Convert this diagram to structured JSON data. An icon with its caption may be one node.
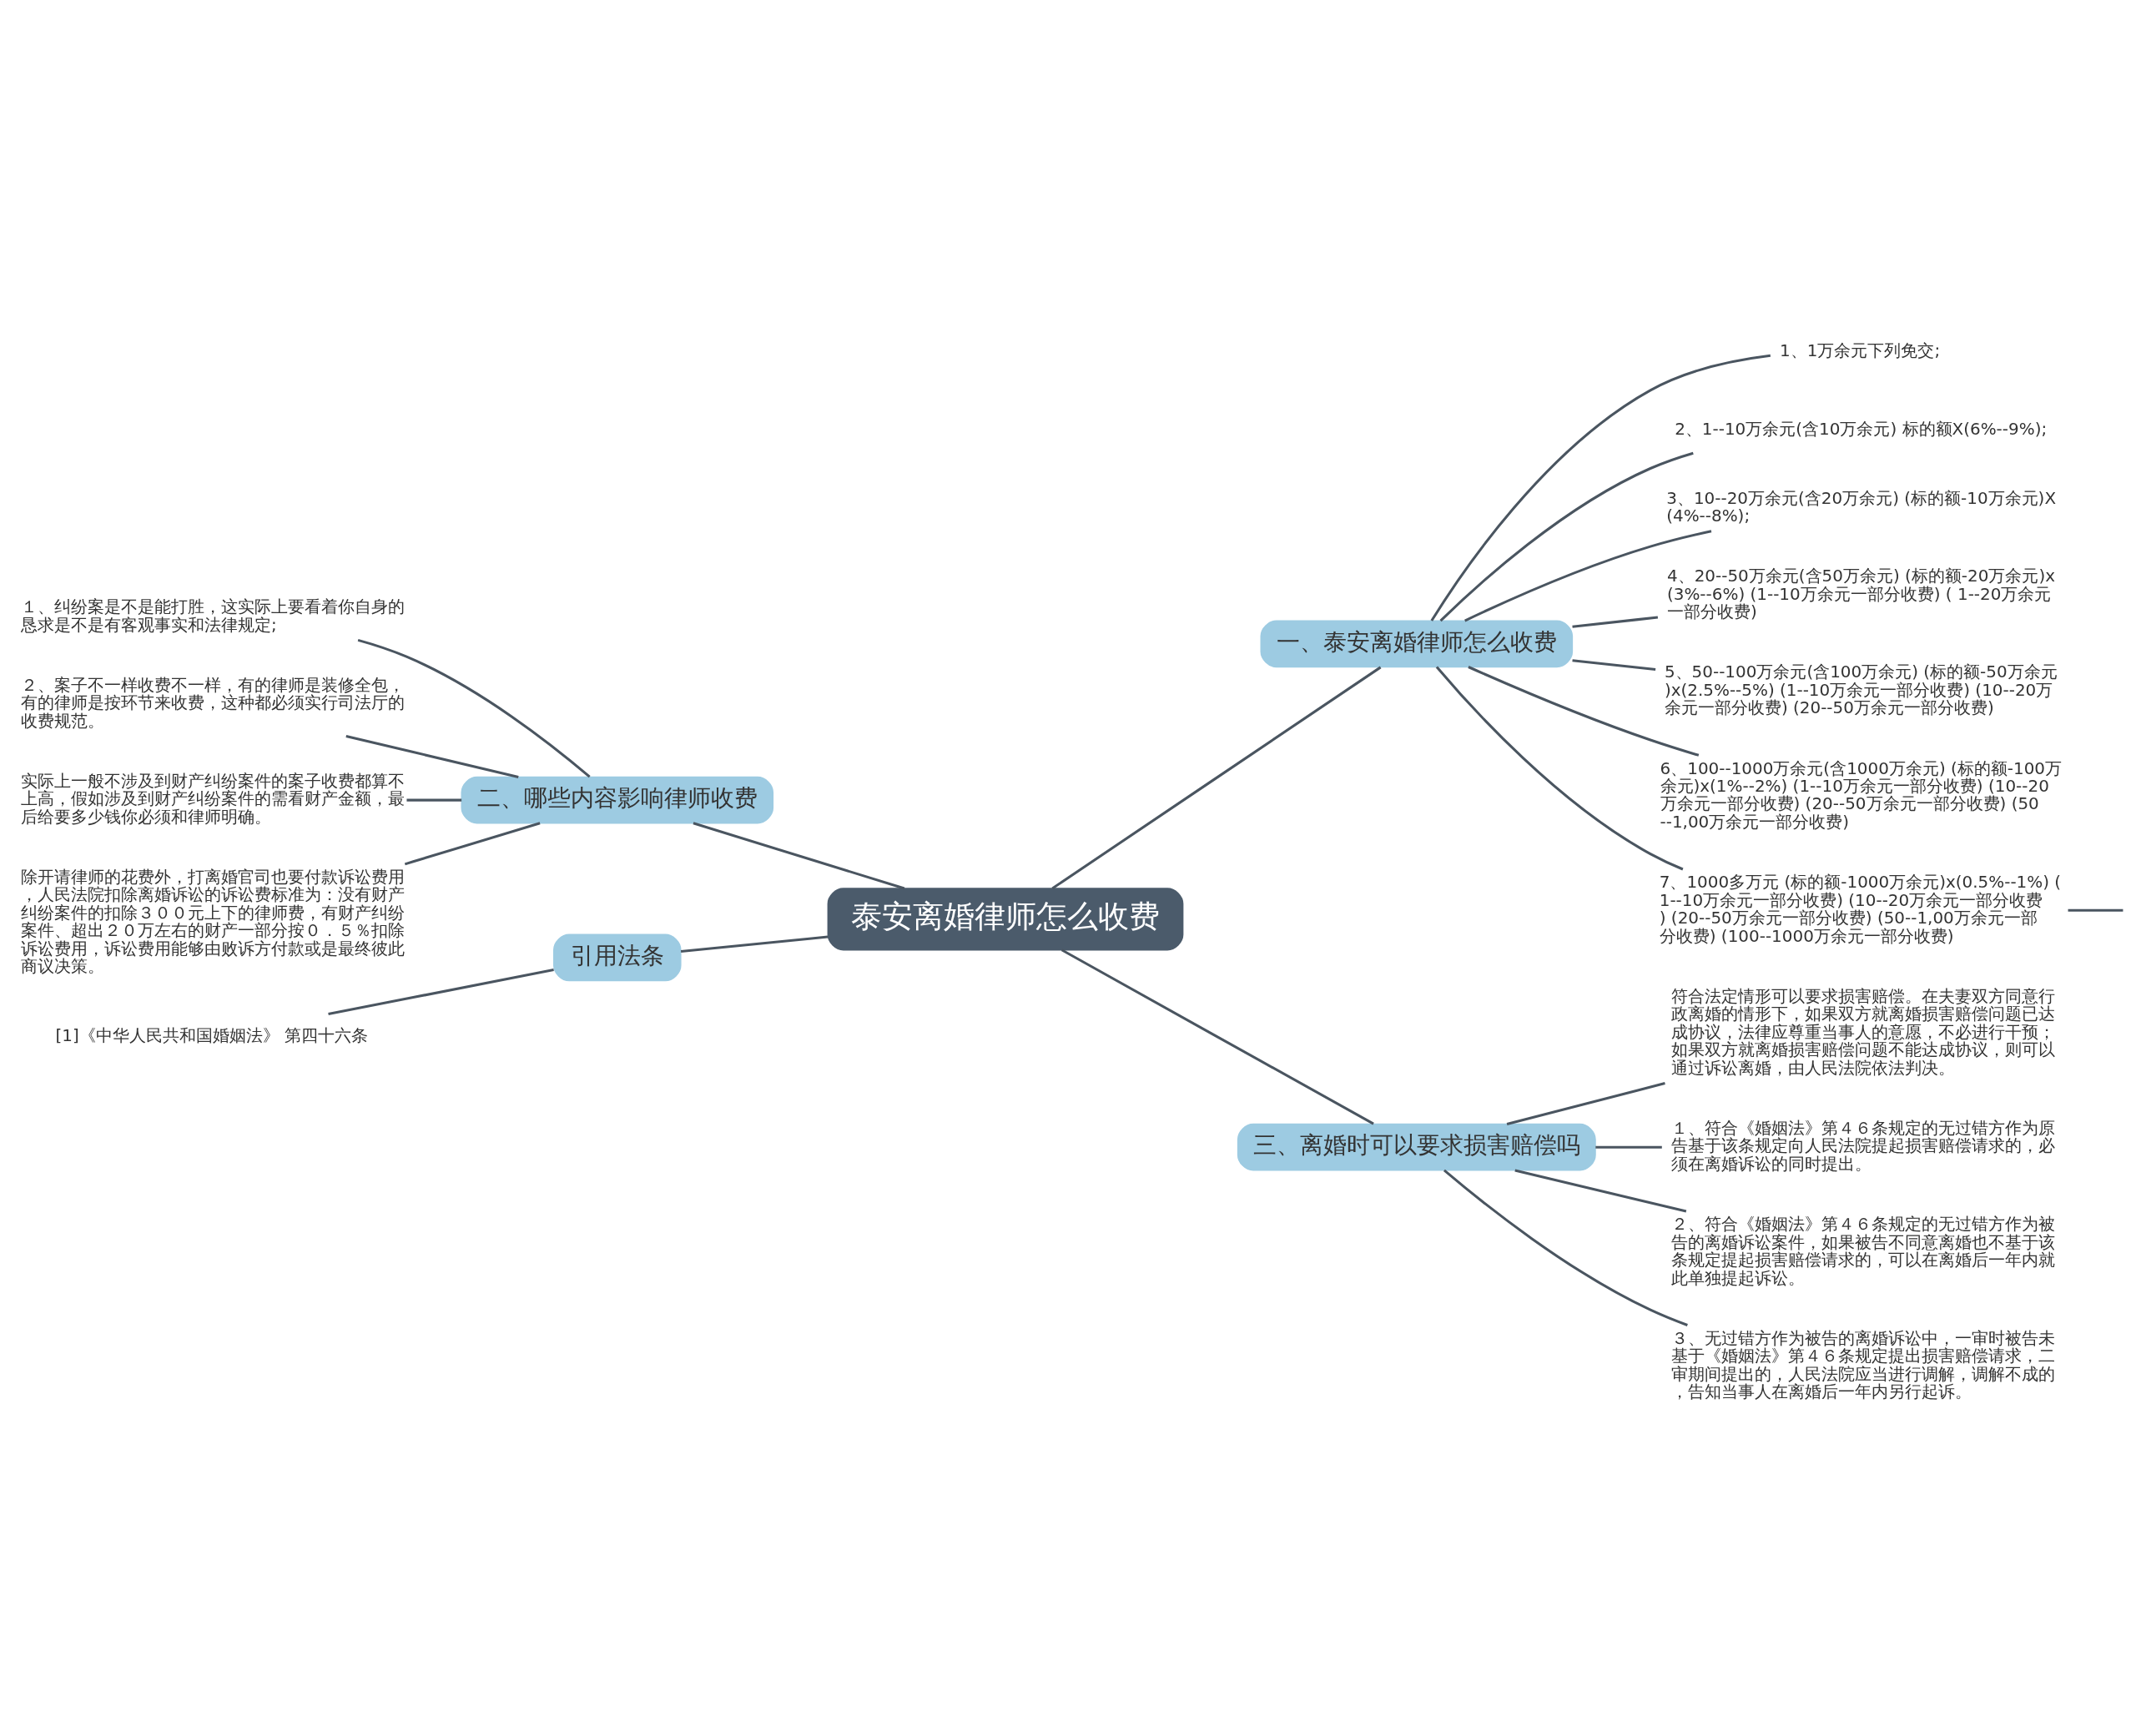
{
  "diagram": {
    "nodes": [
      {
        "text": [
          "泰安离婚律师怎么收费"
        ]
      },
      {
        "text": [
          "一、泰安离婚律师怎么收费"
        ]
      },
      {
        "text": [
          "1、1万余元下列免交;"
        ]
      },
      {
        "text": [
          "2、1--10万余元(含10万余元) 标的额X(6%--9%);"
        ]
      },
      {
        "text": [
          "3、10--20万余元(含20万余元) (标的额-10万余元)X(4%--8%);"
        ]
      },
      {
        "text": [
          "4、20--50万余元(含50万余元) (标的额-20万余元)x(3%--6%) (1--10万余元一部分收费) ( 1--20万余元一部分收费)"
        ]
      },
      {
        "text": [
          "5、50--100万余元(含100万余元) (标的额-50万余元)x(2.5%--5%) (1--10万余元一部分收费) (10--20万余元一部分收费) (20--50万余元一部分收费)"
        ]
      },
      {
        "text": [
          "6、100--1000万余元(含1000万余元) (标的额-100万余元)x(1%--2%) (1--10万余元一部分收费) (10--20万余元一部分收费) (20--50万余元一部分收费) (50--1,00万余元一部分收费)"
        ]
      },
      {
        "text": [
          "7、1000多万元 (标的额-1000万余元)x(0.5%--1%) (1--10万余元一部分收费) (10--20万余元一部分收费) (20--50万余元一部分收费) (50--1,00万余元一部分收费) (100--1000万余元一部分收费)"
        ]
      },
      {
        "text": [
          "二、哪些内容影响律师收费"
        ]
      },
      {
        "text": [
          "１、纠纷案是不是能打胜，这实际上要看着你自身的恳求是不是有客观事实和法律规定;"
        ]
      },
      {
        "text": [
          "２、案子不一样收费不一样，有的律师是装修全包，有的律师是按环节来收费，这种都必须实行司法厅的收费规范。"
        ]
      },
      {
        "text": [
          "实际上一般不涉及到财产纠纷案件的案子收费都算不上高，假如涉及到财产纠纷案件的需看财产金额，最后给要多少钱你必须和律师明确。"
        ]
      },
      {
        "text": [
          "除开请律师的花费外，打离婚官司也要付款诉讼费用，人民法院扣除离婚诉讼的诉讼费标准为：没有财产纠纷案件的扣除３００元上下的律师费，有财产纠纷案件、超出２０万左右的财产一部分按０．５％扣除诉讼费用，诉讼费用能够由败诉方付款或是最终彼此商议决策。"
        ]
      },
      {
        "text": [
          "引用法条"
        ]
      },
      {
        "text": [
          "[1]《中华人民共和国婚姻法》 第四十六条"
        ]
      },
      {
        "text": [
          "三、离婚时可以要求损害赔偿吗"
        ]
      },
      {
        "text": [
          "符合法定情形可以要求损害赔偿。在夫妻双方同意行政离婚的情形下，如果双方就离婚损害赔偿问题已达成协议，法律应尊重当事人的意愿，不必进行干预；如果双方就离婚损害赔偿问题不能达成协议，则可以通过诉讼离婚，由人民法院依法判决。"
        ]
      },
      {
        "text": [
          "１、符合《婚姻法》第４６条规定的无过错方作为原告基于该条规定向人民法院提起损害赔偿请求的，必须在离婚诉讼的同时提出。"
        ]
      },
      {
        "text": [
          "２、符合《婚姻法》第４６条规定的无过错方作为被告的离婚诉讼案件，如果被告不同意离婚也不基于该条规定提起损害赔偿请求的，可以在离婚后一年内就此单独提起诉讼。"
        ]
      },
      {
        "text": [
          "３、无过错方作为被告的离婚诉讼中，一审时被告未基于《婚姻法》第４６条规定提出损害赔偿请求，二审期间提出的，人民法院应当进行调解，调解不成的，告知当事人在离婚后一年内另行起诉。"
        ]
      }
    ],
    "edges": [
      {
        "from": 0,
        "to": 1,
        "arrow": "none"
      },
      {
        "from": 1,
        "to": 2,
        "arrow": "none"
      },
      {
        "from": 1,
        "to": 3,
        "arrow": "none"
      },
      {
        "from": 1,
        "to": 4,
        "arrow": "none"
      },
      {
        "from": 1,
        "to": 5,
        "arrow": "none"
      },
      {
        "from": 1,
        "to": 6,
        "arrow": "none"
      },
      {
        "from": 1,
        "to": 7,
        "arrow": "none"
      },
      {
        "from": 1,
        "to": 8,
        "arrow": "none"
      },
      {
        "from": 8,
        "to": null,
        "arrow": "none"
      },
      {
        "from": 0,
        "to": 9,
        "arrow": "none"
      },
      {
        "from": 9,
        "to": 10,
        "arrow": "none"
      },
      {
        "from": 9,
        "to": 11,
        "arrow": "none"
      },
      {
        "from": 9,
        "to": 12,
        "arrow": "none"
      },
      {
        "from": 9,
        "to": 13,
        "arrow": "none"
      },
      {
        "from": 0,
        "to": 14,
        "arrow": "none"
      },
      {
        "from": 14,
        "to": 15,
        "arrow": "none"
      },
      {
        "from": 0,
        "to": 16,
        "arrow": "none"
      },
      {
        "from": 16,
        "to": 17,
        "arrow": "none"
      },
      {
        "from": 16,
        "to": 18,
        "arrow": "none"
      },
      {
        "from": 16,
        "to": 19,
        "arrow": "none"
      },
      {
        "from": 16,
        "to": 20,
        "arrow": "none"
      }
    ]
  }
}
